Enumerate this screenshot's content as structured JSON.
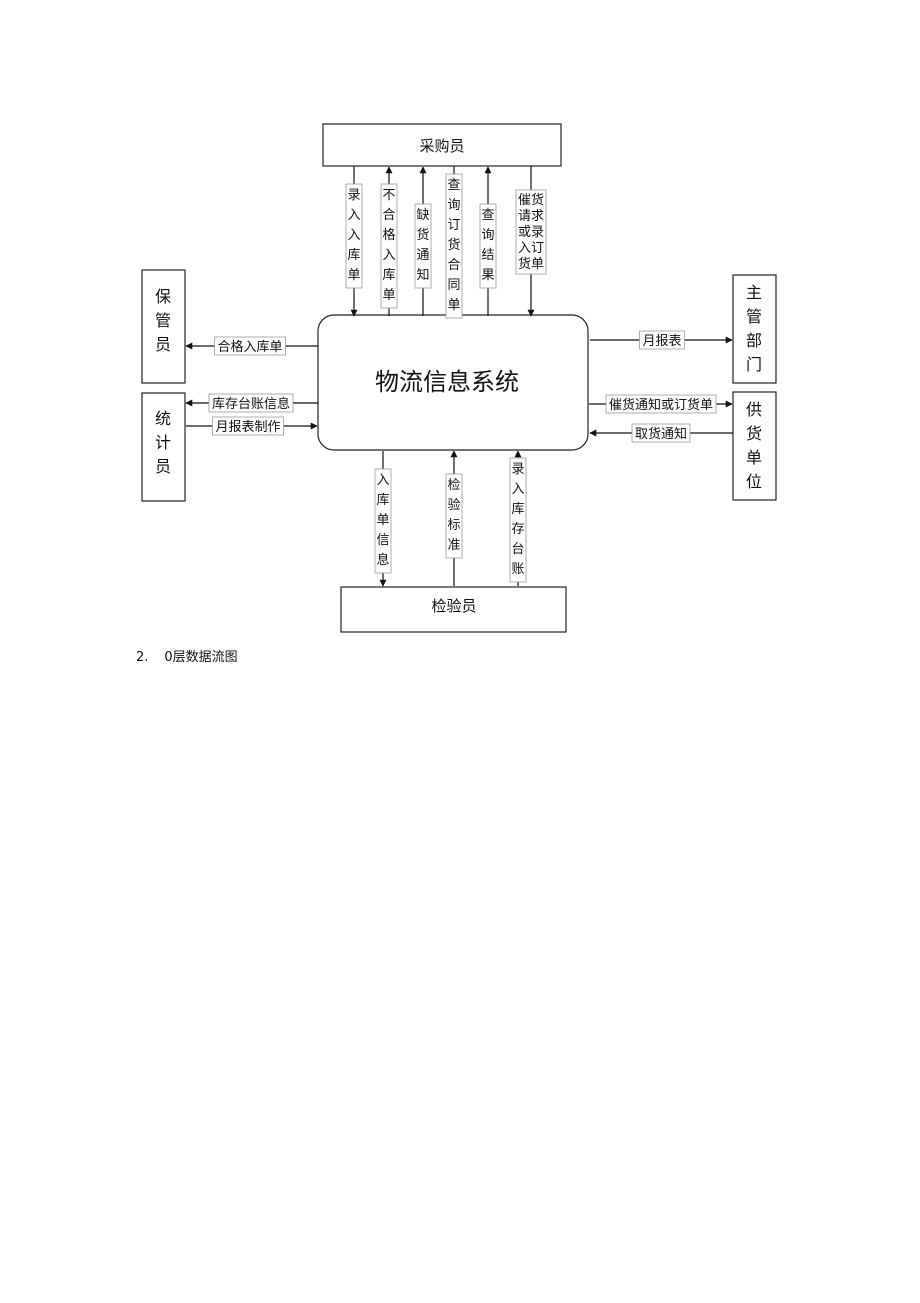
{
  "diagram": {
    "entities": {
      "buyer": "采购员",
      "keeper": "保管员",
      "statistician": "统计员",
      "manager": "主管部门",
      "supplier": "供货单位",
      "inspector": "检验员"
    },
    "system": "物流信息系统",
    "flows": {
      "buyer_entry": "录入入库单",
      "buyer_reject": "不合格入库单",
      "buyer_shortage": "缺货通知",
      "buyer_query_contract": "查询订货合同单",
      "buyer_query_result": "查询结果",
      "buyer_urge": "催货请求或录入订货单",
      "keeper_qualified": "合格入库单",
      "stat_ledger": "库存台账信息",
      "stat_report": "月报表制作",
      "manager_report": "月报表",
      "supplier_urge": "催货通知或订货单",
      "supplier_pickup": "取货通知",
      "insp_entry_info": "入库单信息",
      "insp_standard": "检验标准",
      "insp_ledger_entry": "录入库存台账"
    }
  },
  "caption": {
    "number": "2.",
    "text": "0层数据流图"
  }
}
